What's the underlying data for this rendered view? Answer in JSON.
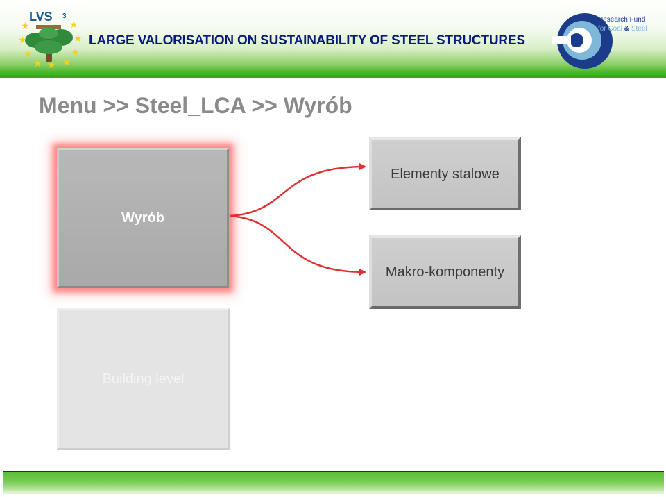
{
  "header": {
    "title": "LARGE VALORISATION ON SUSTAINABILITY OF STEEL STRUCTURES",
    "lvs_logo": {
      "text": "LVS",
      "superscript": "3",
      "icon": "lvs3-tree-stars-logo"
    },
    "rfcs_logo": {
      "line1": "Research Fund",
      "line2_part1": "for Coal",
      "line2_amp": "&",
      "line2_part2": "Steel",
      "icon": "rfcs-logo"
    }
  },
  "breadcrumb": "Menu >> Steel_LCA >> Wyrób",
  "boxes": {
    "main": "Wyrób",
    "building": "Building level"
  },
  "options": [
    {
      "label": "Elementy stalowe"
    },
    {
      "label": "Makro-komponenty"
    }
  ],
  "colors": {
    "header_title": "#0a1a7a",
    "arrow": "#e03030",
    "highlight_glow": "#ff4646",
    "green_band": "#4cb82b"
  }
}
